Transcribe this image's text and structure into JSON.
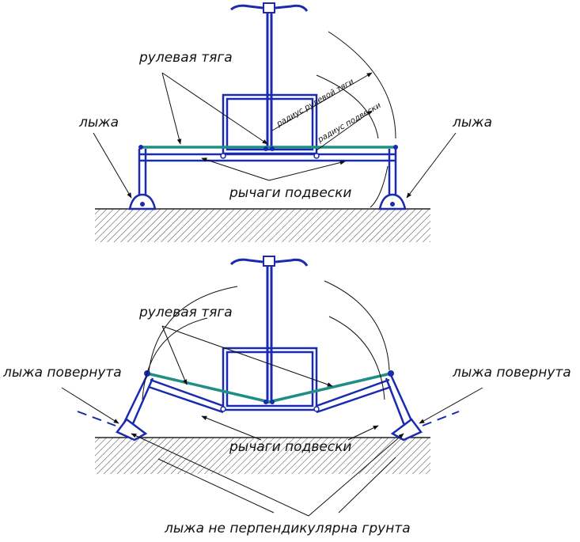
{
  "diagram": {
    "top": {
      "steering_rod_label": "рулевая тяга",
      "ski_left_label": "лыжа",
      "ski_right_label": "лыжа",
      "suspension_arms_label": "рычаги подвески",
      "rod_radius_label": "радиус рулевой тяги",
      "suspension_radius_label": "радиус подвески"
    },
    "bottom": {
      "steering_rod_label": "рулевая тяга",
      "ski_turned_left_label": "лыжа повернута",
      "ski_turned_right_label": "лыжа повернута",
      "suspension_arms_label": "рычаги подвески",
      "ski_not_perpendicular_label": "лыжа не перпендикулярна грунта"
    },
    "colors": {
      "frame": "#1a2bb0",
      "rod": "#1f8f86",
      "ground": "#333333",
      "leader": "#111111"
    }
  }
}
